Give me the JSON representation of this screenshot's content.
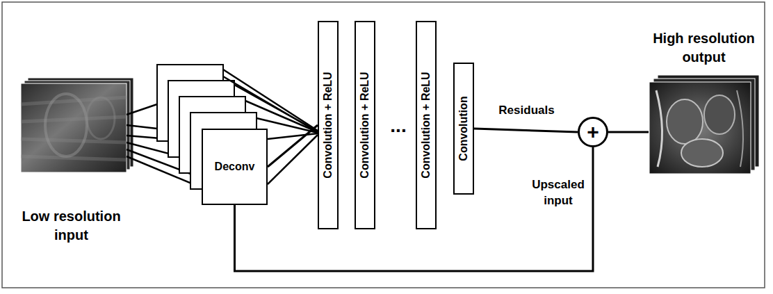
{
  "diagram": {
    "nodes": [
      {
        "text": [
          "Deconv"
        ]
      },
      {
        "text": [
          "Convolution + ReLU"
        ]
      },
      {
        "text": [
          "Convolution + ReLU"
        ]
      },
      {
        "text": [
          "Convolution + ReLU"
        ]
      },
      {
        "text": [
          "Convolution"
        ]
      },
      {
        "text": [
          "+"
        ]
      }
    ],
    "edges": [
      {
        "from": 0,
        "to": 1,
        "arrow": "none"
      },
      {
        "from": 4,
        "to": 5,
        "label": "Residuals",
        "arrow": "none"
      },
      {
        "from": 0,
        "to": 5,
        "label": "Upscaled input",
        "arrow": "none"
      }
    ],
    "labels": [
      "Low resolution input",
      "High resolution output",
      "..."
    ]
  }
}
